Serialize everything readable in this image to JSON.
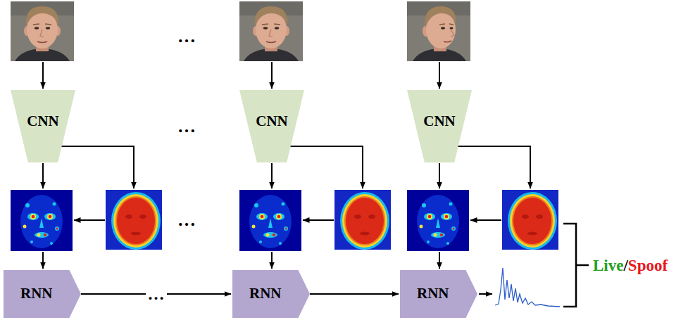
{
  "diagram": {
    "nodes": [
      {
        "text": [
          "CNN"
        ]
      },
      {
        "text": [
          "CNN"
        ]
      },
      {
        "text": [
          "CNN"
        ]
      },
      {
        "text": [
          "RNN"
        ]
      },
      {
        "text": [
          "RNN"
        ]
      },
      {
        "text": [
          "RNN"
        ]
      }
    ],
    "edges": [
      {
        "from": 3,
        "to": 4,
        "arrow": "to",
        "label": "…"
      },
      {
        "from": 4,
        "to": 5,
        "arrow": "to"
      }
    ],
    "labels": [
      "…",
      "…",
      "…",
      "Live",
      "/",
      "Spoof"
    ]
  }
}
